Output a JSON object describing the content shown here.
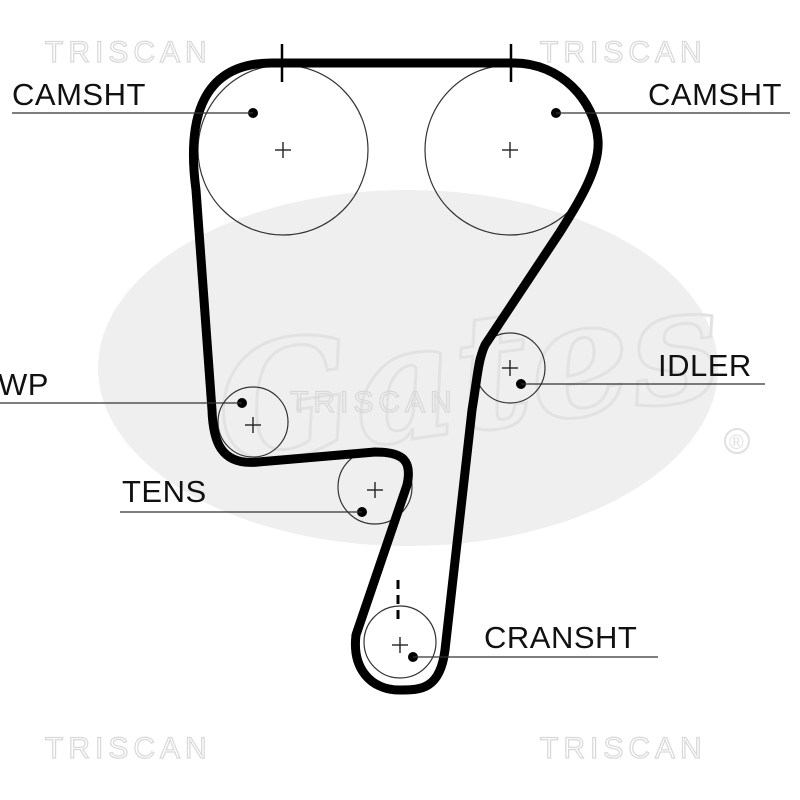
{
  "watermark": {
    "brand": "TRISCAN",
    "logo_text": "Gates",
    "registered_mark": "®"
  },
  "labels": {
    "camshaft_left": "CAMSHT",
    "camshaft_right": "CAMSHT",
    "water_pump": "WP",
    "idler": "IDLER",
    "tensioner": "TENS",
    "crankshaft": "CRANSHT"
  },
  "colors": {
    "belt": "#000000",
    "watermark": "#d8d8d8",
    "logo_fill": "#efefef"
  }
}
